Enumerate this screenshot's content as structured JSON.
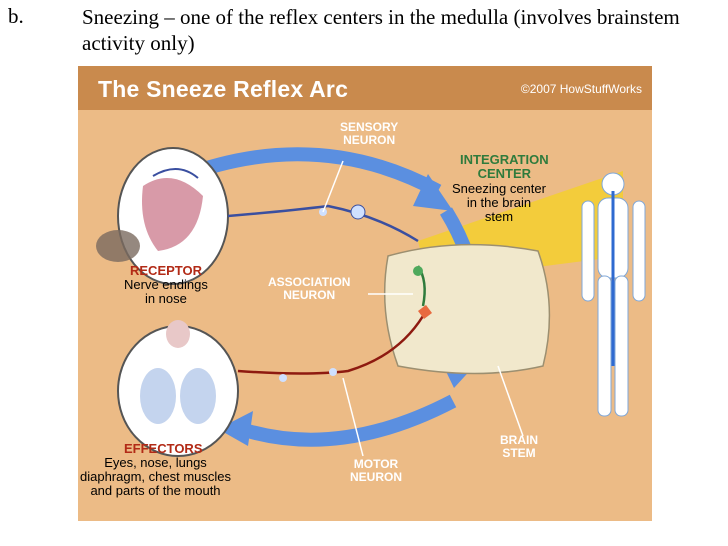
{
  "bullet": "b.",
  "text": "Sneezing – one of the reflex centers in the medulla (involves brainstem activity only)",
  "figure": {
    "title": "The Sneeze Reflex Arc",
    "copyright": "©2007 HowStuffWorks",
    "sensory_neuron": "SENSORY\nNEURON",
    "integration_center_head": "INTEGRATION\nCENTER",
    "integration_center_desc": "Sneezing center\nin the brain\nstem",
    "association_neuron": "ASSOCIATION\nNEURON",
    "receptor_head": "RECEPTOR",
    "receptor_desc": "Nerve endings\nin nose",
    "effectors_head": "EFFECTORS",
    "effectors_desc": "Eyes, nose, lungs\ndiaphragm, chest muscles\nand parts of the mouth",
    "motor_neuron": "MOTOR\nNEURON",
    "brain_stem": "BRAIN\nSTEM"
  },
  "colors": {
    "background": "#ecbb86",
    "title_bar": "#c98a4d",
    "arrow": "#5b8fe0",
    "nerve_red": "#8e1a10",
    "nerve_blue": "#3a4fa0",
    "label_red": "#b22a16",
    "label_green": "#2f7b3c"
  }
}
